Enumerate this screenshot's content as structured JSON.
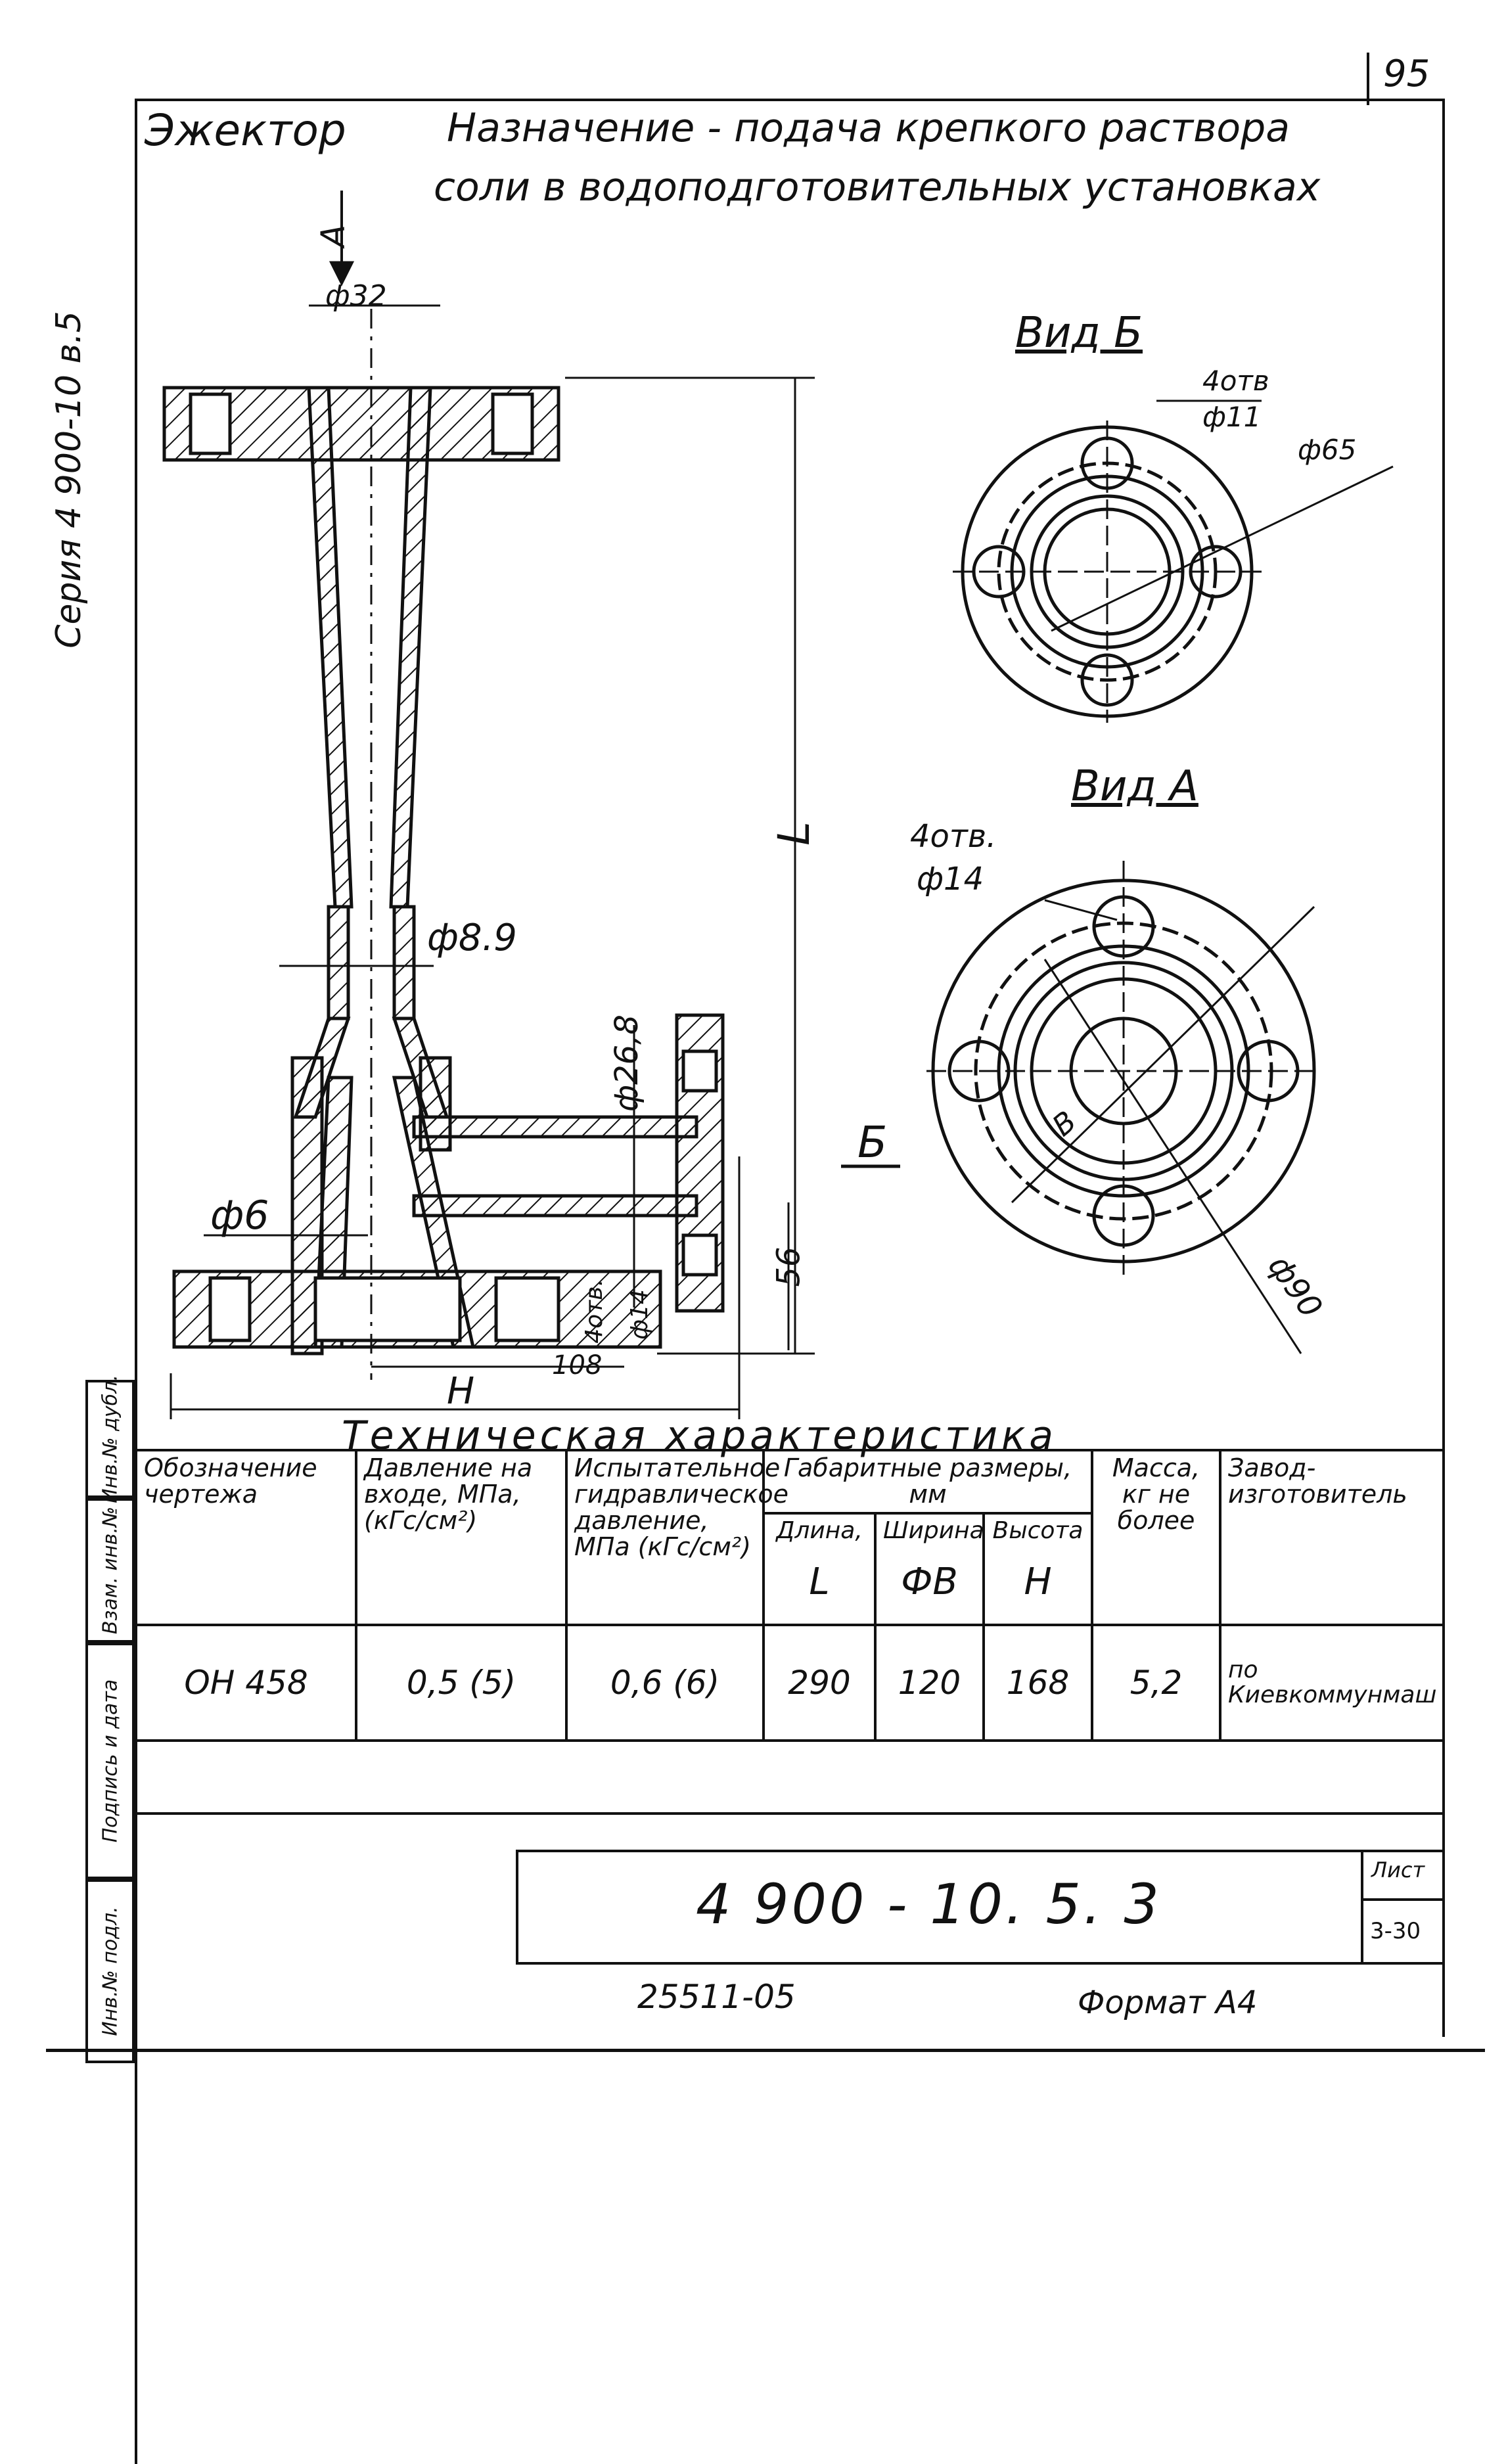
{
  "page_number": "95",
  "side_series": "Серия 4 900-10 в.5",
  "title": {
    "name": "Эжектор",
    "purpose_line1": "Назначение - подача крепкого раствора",
    "purpose_line2": "соли в водоподготовительных установках"
  },
  "drawing_labels": {
    "arrow_a": "A",
    "d32": "ф32",
    "d8_9": "ф8.9",
    "d26_8": "ф26,8",
    "d6": "ф6",
    "L": "L",
    "H": "H",
    "dim_56": "56",
    "dim_108": "108",
    "holes_main": "4отв.",
    "holes_main_d": "ф14",
    "view_b": "Б"
  },
  "view_b_labels": {
    "title": "Вид Б",
    "holes": "4отв",
    "holes_d": "ф11",
    "d65": "ф65"
  },
  "view_a_labels": {
    "title": "Вид А",
    "holes": "4отв.",
    "holes_d": "ф14",
    "b": "В",
    "d90": "ф90"
  },
  "table": {
    "caption": "Техническая характеристика",
    "headers": {
      "designation": "Обозначение чертежа",
      "pressure": "Давление на входе, МПа, (кГс/см²)",
      "test_pressure": "Испытательное гидравлическое давление, МПа (кГс/см²)",
      "dims_group": "Габаритные размеры, мм",
      "length": "Длина,",
      "width": "Ширина",
      "height": "Высота",
      "length_sym": "L",
      "width_sym": "ФВ",
      "height_sym": "H",
      "mass": "Масса, кг не более",
      "maker": "Завод-изготовитель"
    },
    "row": {
      "designation": "ОН 458",
      "pressure": "0,5 (5)",
      "test_pressure": "0,6 (6)",
      "length": "290",
      "width": "120",
      "height": "168",
      "mass": "5,2",
      "maker": "по Киевкоммунмаш"
    }
  },
  "side_stamps": {
    "inv_dubl": "Инв.№ дубл.",
    "vzam": "Взам. инв.№",
    "sign_date": "Подпись и дата",
    "inv_podl": "Инв.№ подл."
  },
  "title_block": {
    "code": "4 900 - 10. 5. 3",
    "sheet_label": "Лист",
    "sheet_value": "3-30"
  },
  "footer": {
    "order_no": "25511-05",
    "format": "Формат А4"
  }
}
